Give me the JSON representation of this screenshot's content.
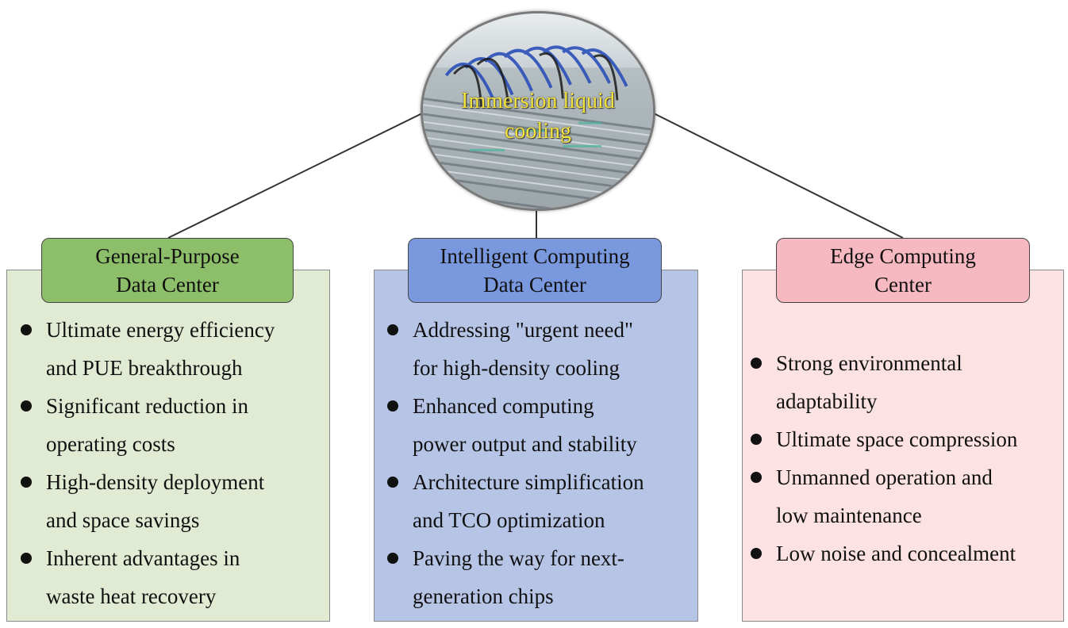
{
  "hub": {
    "title_line1": "Immersion liquid",
    "title_line2": "cooling"
  },
  "centers": [
    {
      "title_line1": "General-Purpose",
      "title_line2": "Data Center",
      "color": "#8dbf6a",
      "items": [
        {
          "line1": "Ultimate energy efficiency",
          "line2": "and PUE breakthrough"
        },
        {
          "line1": "Significant reduction in",
          "line2": "operating costs"
        },
        {
          "line1": "High-density deployment",
          "line2": "and space savings"
        },
        {
          "line1": "Inherent advantages in",
          "line2": "waste heat recovery"
        }
      ]
    },
    {
      "title_line1": "Intelligent Computing",
      "title_line2": "Data Center",
      "color": "#7a98dd",
      "items": [
        {
          "line1": "Addressing \"urgent need\"",
          "line2": "for high-density cooling"
        },
        {
          "line1": "Enhanced computing",
          "line2": "power output and stability"
        },
        {
          "line1": "Architecture simplification",
          "line2": "and TCO optimization"
        },
        {
          "line1": "Paving the way for next-",
          "line2": "generation chips"
        }
      ]
    },
    {
      "title_line1": "Edge Computing",
      "title_line2": "Center",
      "color": "#f7b9c1",
      "items": [
        {
          "line1": "Strong environmental",
          "line2": "adaptability"
        },
        {
          "line1": "Ultimate space compression",
          "line2": ""
        },
        {
          "line1": "Unmanned operation and",
          "line2": "low maintenance"
        },
        {
          "line1": "Low noise and concealment",
          "line2": ""
        }
      ]
    }
  ]
}
